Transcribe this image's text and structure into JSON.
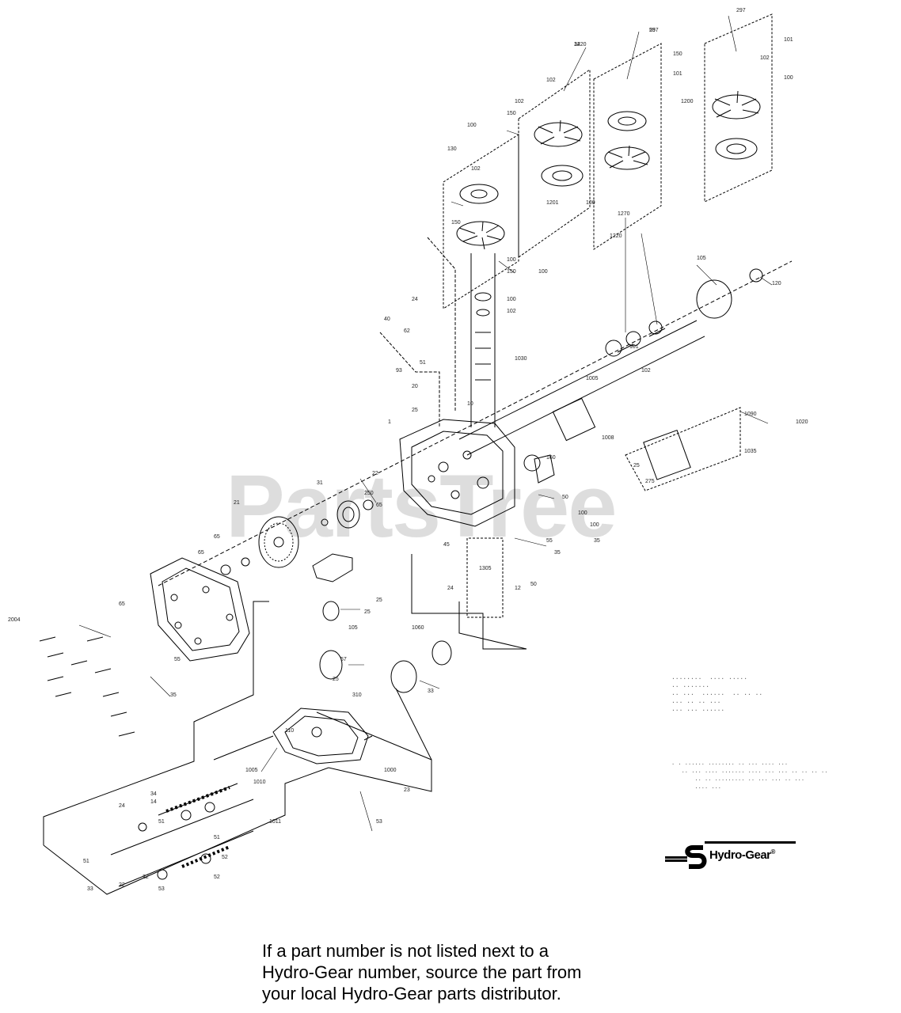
{
  "watermark": "PartsTree",
  "brand": {
    "name": "Hydro-Gear",
    "registered": "®"
  },
  "footnote": {
    "line1": "If a part number is not listed next to a",
    "line2": "Hydro-Gear number, source the part from",
    "line3": "your local Hydro-Gear parts distributor."
  },
  "callouts": [
    "297",
    "1220",
    "102",
    "150",
    "101",
    "1200",
    "102",
    "150",
    "101",
    "100",
    "297",
    "100",
    "102",
    "130",
    "150",
    "100",
    "150",
    "100",
    "1201",
    "100",
    "102",
    "1270",
    "1220",
    "105",
    "120",
    "160",
    "101",
    "102",
    "100",
    "102",
    "40",
    "24",
    "62",
    "93",
    "1030",
    "1005",
    "20",
    "25",
    "51",
    "1",
    "10",
    "22",
    "250",
    "65",
    "21",
    "31",
    "1008",
    "1090",
    "1020",
    "1035",
    "25",
    "275",
    "100",
    "100",
    "35",
    "55",
    "35",
    "50",
    "65",
    "65",
    "65",
    "55",
    "35",
    "25",
    "25",
    "105",
    "1060",
    "57",
    "33",
    "25",
    "310",
    "110",
    "1005",
    "1010",
    "1000",
    "23",
    "53",
    "2004",
    "24",
    "14",
    "34",
    "51",
    "51",
    "52",
    "52",
    "53",
    "51",
    "33",
    "22",
    "22",
    "45",
    "1305",
    "24",
    "12",
    "1011",
    "50",
    "55",
    "34"
  ],
  "icons": {
    "logo": "hydro-gear-logo-icon"
  }
}
